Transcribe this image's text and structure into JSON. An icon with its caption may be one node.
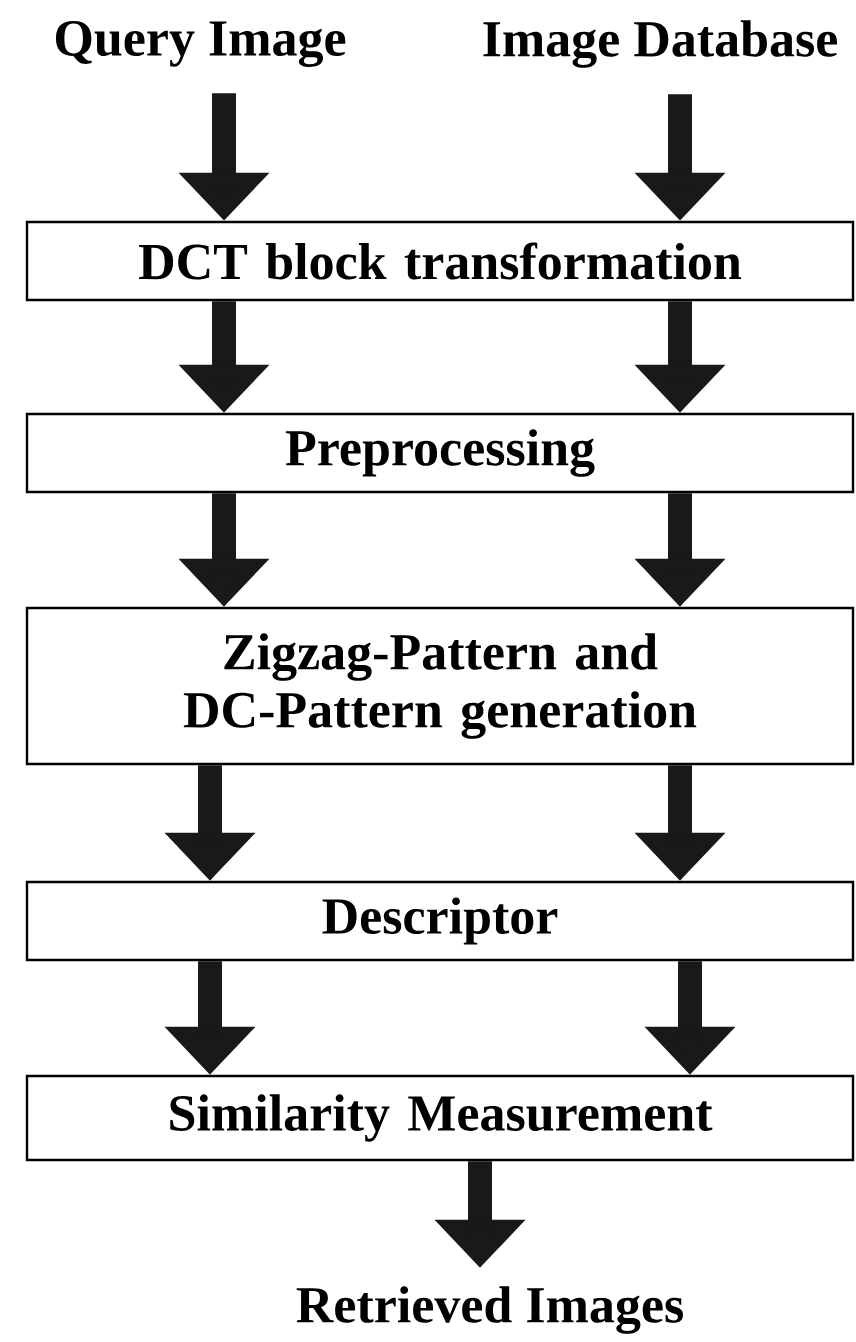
{
  "diagram": {
    "nodes": [
      {
        "text": [
          "Query Image"
        ]
      },
      {
        "text": [
          "Image Database"
        ]
      },
      {
        "text": [
          "DCT block transformation"
        ]
      },
      {
        "text": [
          "Preprocessing"
        ]
      },
      {
        "text": [
          "Zigzag-Pattern and DC-Pattern generation"
        ]
      },
      {
        "text": [
          "Descriptor"
        ]
      },
      {
        "text": [
          "Similarity Measurement"
        ]
      },
      {
        "text": [
          "Retrieved Images"
        ]
      }
    ],
    "edges": [
      {
        "from": 0,
        "to": 2,
        "arrow": "to"
      },
      {
        "from": 1,
        "to": 2,
        "arrow": "to"
      },
      {
        "from": 2,
        "to": 3,
        "arrow": "to"
      },
      {
        "from": 2,
        "to": 3,
        "arrow": "to"
      },
      {
        "from": 3,
        "to": 4,
        "arrow": "to"
      },
      {
        "from": 3,
        "to": 4,
        "arrow": "to"
      },
      {
        "from": 4,
        "to": 5,
        "arrow": "to"
      },
      {
        "from": 4,
        "to": 5,
        "arrow": "to"
      },
      {
        "from": 5,
        "to": 6,
        "arrow": "to"
      },
      {
        "from": 5,
        "to": 6,
        "arrow": "to"
      },
      {
        "from": 6,
        "to": 7,
        "arrow": "to"
      }
    ]
  }
}
